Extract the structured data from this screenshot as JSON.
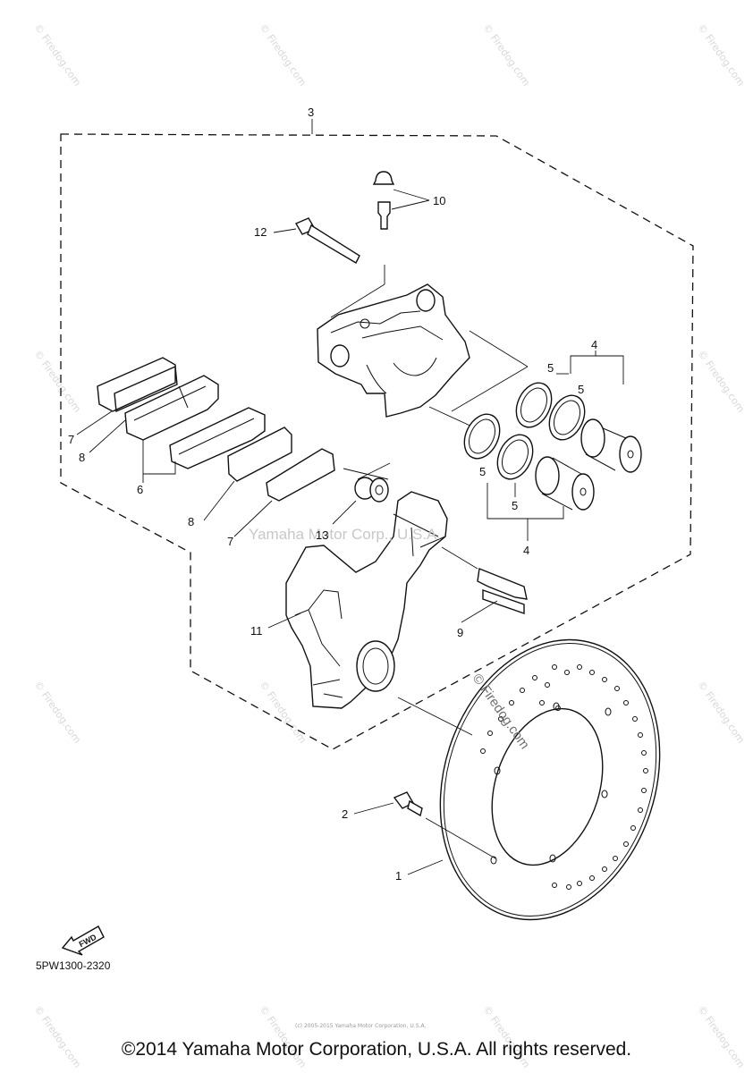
{
  "callouts": [
    "1",
    "2",
    "3",
    "4",
    "4",
    "5",
    "5",
    "5",
    "5",
    "6",
    "7",
    "7",
    "8",
    "8",
    "9",
    "10",
    "11",
    "12",
    "13"
  ],
  "fwd_arrow_text": "FWD",
  "diagram_code": "5PW1300-2320",
  "watermark_center": "Yamaha Motor Corp., U.S.A.",
  "watermark_diag": "© Firedog.com",
  "watermark_edge": "© Firedog.com",
  "tiny_note": "(c) 2005-2015 Yamaha Motor Corporation, U.S.A.",
  "copyright": "©2014 Yamaha Motor Corporation, U.S.A. All rights reserved."
}
